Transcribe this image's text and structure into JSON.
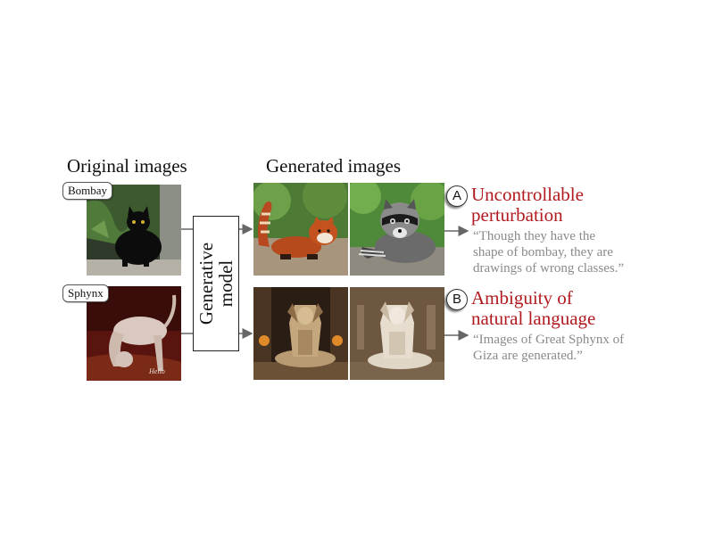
{
  "headings": {
    "original": "Original images",
    "generated": "Generated images"
  },
  "inputs": [
    {
      "tag": "Bombay",
      "image": "black-cat-photo"
    },
    {
      "tag": "Sphynx",
      "image": "hairless-cat-photo"
    }
  ],
  "model": {
    "line1": "Generative",
    "line2": "model"
  },
  "generated": [
    [
      "red-panda-image",
      "raccoon-image"
    ],
    [
      "sphinx-statue-image",
      "sphinx-statue-image"
    ]
  ],
  "issues": [
    {
      "badge": "A",
      "title_line1": "Uncontrollable",
      "title_line2": "perturbation",
      "quote_lines": [
        "“Though they have the",
        "shape of  bombay, they are",
        "drawings of  wrong classes.”"
      ]
    },
    {
      "badge": "B",
      "title_line1": "Ambiguity of",
      "title_line2": "natural language",
      "quote_lines": [
        "“Images of Great Sphynx of",
        "Giza are generated.”"
      ]
    }
  ],
  "colors": {
    "accent_red": "#b11a1f",
    "quote_gray": "#8a8a8a"
  }
}
